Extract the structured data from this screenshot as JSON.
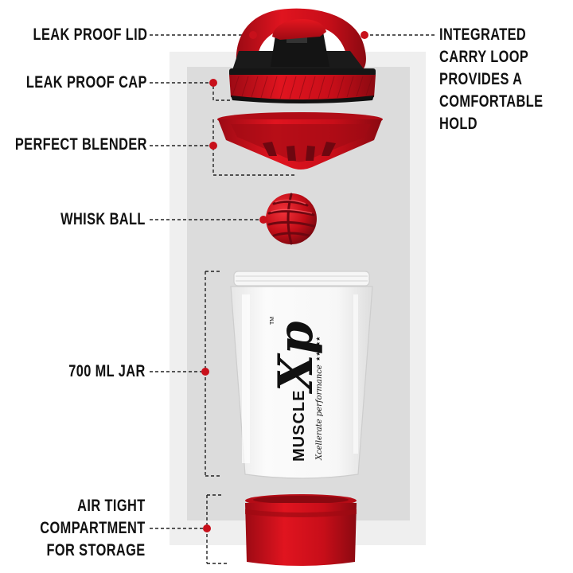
{
  "labels": {
    "lid": "LEAK PROOF LID",
    "cap": "LEAK PROOF CAP",
    "blender": "PERFECT BLENDER",
    "whisk": "WHISK BALL",
    "jar": "700 ML JAR",
    "storage": [
      "AIR TIGHT",
      "COMPARTMENT",
      "FOR STORAGE"
    ],
    "carry_loop": [
      "INTEGRATED",
      "CARRY LOOP",
      "PROVIDES A",
      "COMFORTABLE",
      "HOLD"
    ]
  },
  "brand": {
    "name": "MUSCLE",
    "mark": "Xp",
    "tm": "TM",
    "tagline": "Xcellerate performance",
    "stars": "★★★★★"
  },
  "colors": {
    "accent_red": "#d0101e",
    "dark_red": "#8e0a12",
    "lid_black": "#1a1a1a",
    "backdrop": "#dcdcdc",
    "jar_clear": "#f4f4f4",
    "leader_line": "#222222"
  }
}
